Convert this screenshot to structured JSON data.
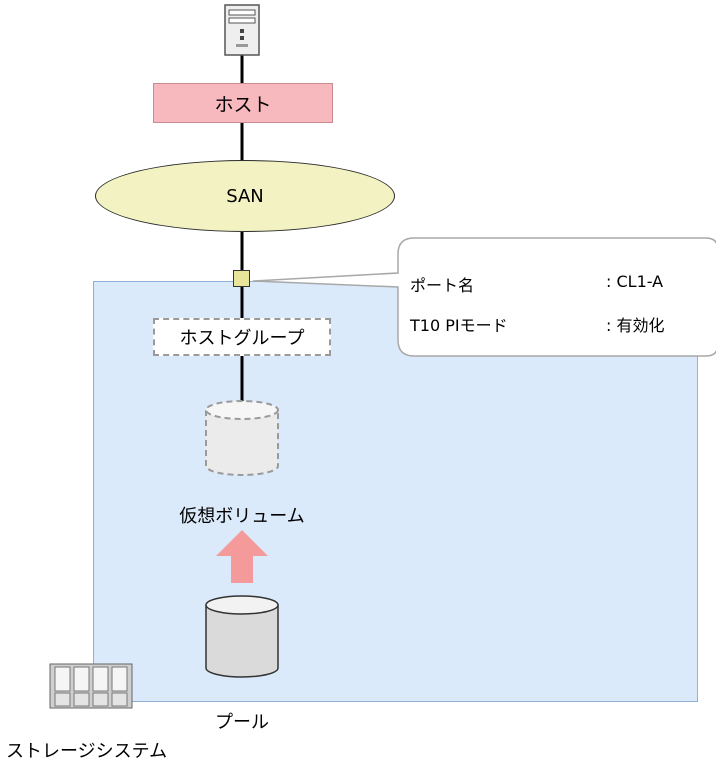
{
  "host": {
    "label": "ホスト"
  },
  "san": {
    "label": "SAN"
  },
  "host_group": {
    "label": "ホストグループ"
  },
  "virtual_volume": {
    "label": "仮想ボリューム"
  },
  "pool": {
    "label": "プール"
  },
  "storage_system": {
    "label": "ストレージシステム"
  },
  "port_info": {
    "rows": [
      {
        "key": "ポート名",
        "value": ": CL1-A"
      },
      {
        "key": "T10 PIモード",
        "value": ": 有効化"
      }
    ]
  },
  "colors": {
    "storage_fill": "#dbeafb",
    "host_fill": "#f7b9bd",
    "san_fill": "#f3f2c2",
    "port_fill": "#e8e59a",
    "arrow_fill": "#f49a9a"
  }
}
